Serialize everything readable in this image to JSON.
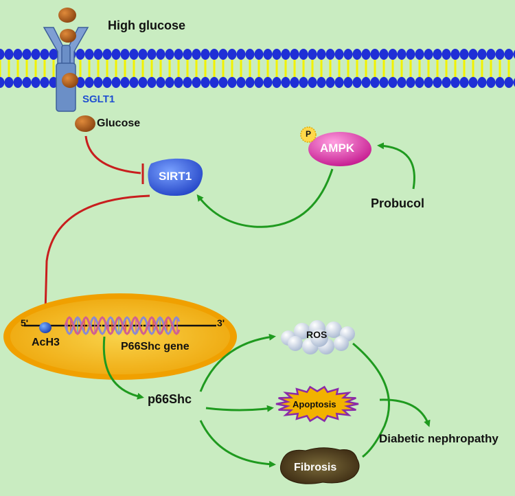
{
  "labels": {
    "high_glucose": "High glucose",
    "sglt1": "SGLT1",
    "glucose": "Glucose",
    "sirt1": "SIRT1",
    "ampk": "AMPK",
    "phospho": "P",
    "probucol": "Probucol",
    "five_prime": "5'",
    "three_prime": "3'",
    "ach3": "AcH3",
    "p66shc_gene": "P66Shc gene",
    "p66shc": "p66Shc",
    "ros": "ROS",
    "apoptosis": "Apoptosis",
    "fibrosis": "Fibrosis",
    "diabetic_nephropathy": "Diabetic nephropathy"
  },
  "colors": {
    "background": "#c9ecc1",
    "membrane_head": "#1f2fd6",
    "membrane_tail": "#f2f200",
    "inhibition": "#c81e1e",
    "activation": "#1f9a1f",
    "transporter": "#6b8fc7",
    "glucose_ball": "#b0601e",
    "sirt1": "#3b6be0",
    "ampk": "#e03fb0",
    "nucleus_outer": "#f0a000",
    "nucleus_inner": "#f4bf2a",
    "sglt1_text": "#1f4fd0",
    "apoptosis_fill": "#f2b200",
    "apoptosis_stroke": "#8a2aa8",
    "fibrosis": "#5a3a1a",
    "ros_bubble": "#dde6f2"
  }
}
